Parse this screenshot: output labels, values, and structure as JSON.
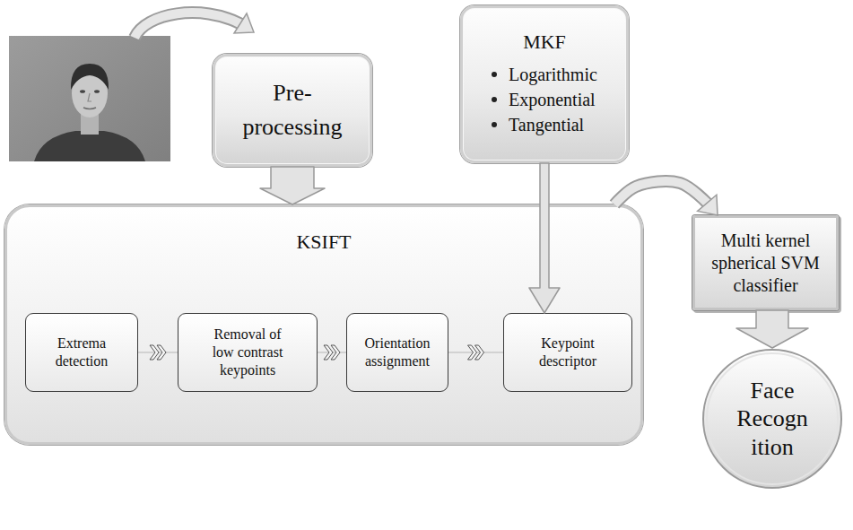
{
  "diagram": {
    "nodes": [
      {
        "text": [
          "Pre- processing"
        ]
      },
      {
        "text": [
          "MKF",
          "Logarithmic",
          "Exponential",
          "Tangential"
        ]
      },
      {
        "text": [
          "KSIFT"
        ]
      },
      {
        "text": [
          "Extrema detection"
        ],
        "in": 2
      },
      {
        "text": [
          "Removal of low contrast keypoints"
        ],
        "in": 2
      },
      {
        "text": [
          "Orientation assignment"
        ],
        "in": 2
      },
      {
        "text": [
          "Keypoint descriptor"
        ],
        "in": 2
      },
      {
        "text": [
          "Multi kernel spherical SVM classifier"
        ]
      },
      {
        "text": [
          "Face Recogn ition"
        ]
      }
    ],
    "edges": [
      {
        "from": 0,
        "to": 2,
        "arrow": "to"
      },
      {
        "from": 1,
        "to": 6,
        "arrow": "to"
      },
      {
        "from": 3,
        "to": 4,
        "arrow": "to"
      },
      {
        "from": 4,
        "to": 5,
        "arrow": "to"
      },
      {
        "from": 5,
        "to": 6,
        "arrow": "to"
      },
      {
        "from": 2,
        "to": 7,
        "arrow": "to"
      },
      {
        "from": 7,
        "to": 8,
        "arrow": "to"
      }
    ]
  }
}
